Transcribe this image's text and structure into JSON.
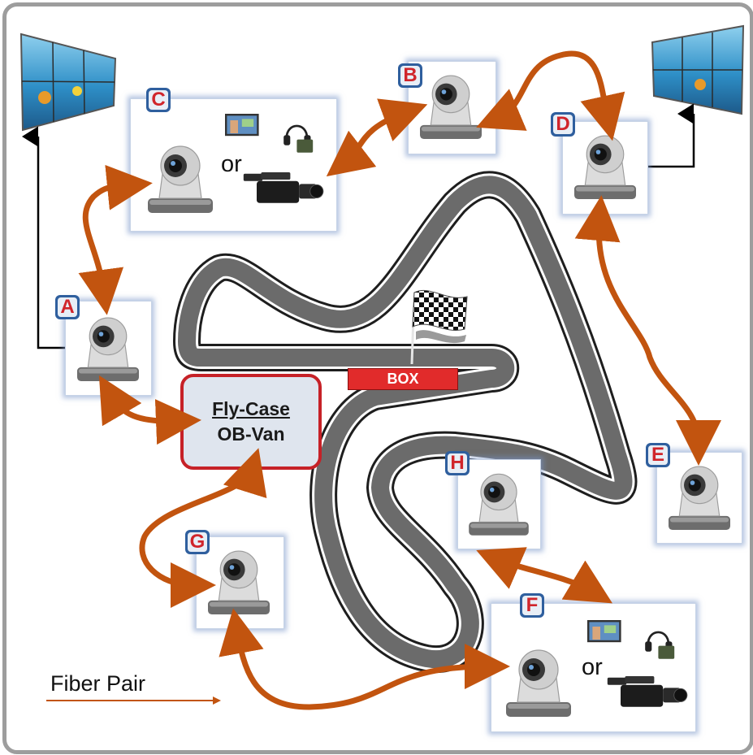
{
  "flycase": {
    "line1": "Fly-Case",
    "line2": "OB-Van"
  },
  "box_label": "BOX",
  "legend": {
    "fiber_pair": "Fiber Pair"
  },
  "or_text": "or",
  "nodes": [
    {
      "id": "A",
      "kind": "ptz-camera"
    },
    {
      "id": "B",
      "kind": "ptz-camera"
    },
    {
      "id": "C",
      "kind": "ptz-camera-or-camcorder-with-monitor-and-headset"
    },
    {
      "id": "D",
      "kind": "ptz-camera"
    },
    {
      "id": "E",
      "kind": "ptz-camera"
    },
    {
      "id": "F",
      "kind": "ptz-camera-or-camcorder-with-monitor-and-headset"
    },
    {
      "id": "G",
      "kind": "ptz-camera"
    },
    {
      "id": "H",
      "kind": "ptz-camera"
    }
  ],
  "icons": [
    "ptz-camera-icon",
    "camcorder-icon",
    "monitor-icon",
    "headset-icon",
    "video-wall-icon",
    "checkered-flag-icon",
    "race-track-icon"
  ],
  "colors": {
    "fiber": "#c2540f",
    "badge": "#2f5f9e",
    "badge_letter": "#d0252b",
    "flycase_border": "#c62127",
    "box_sign": "#e12b2b",
    "track": "#6b6b6b"
  }
}
